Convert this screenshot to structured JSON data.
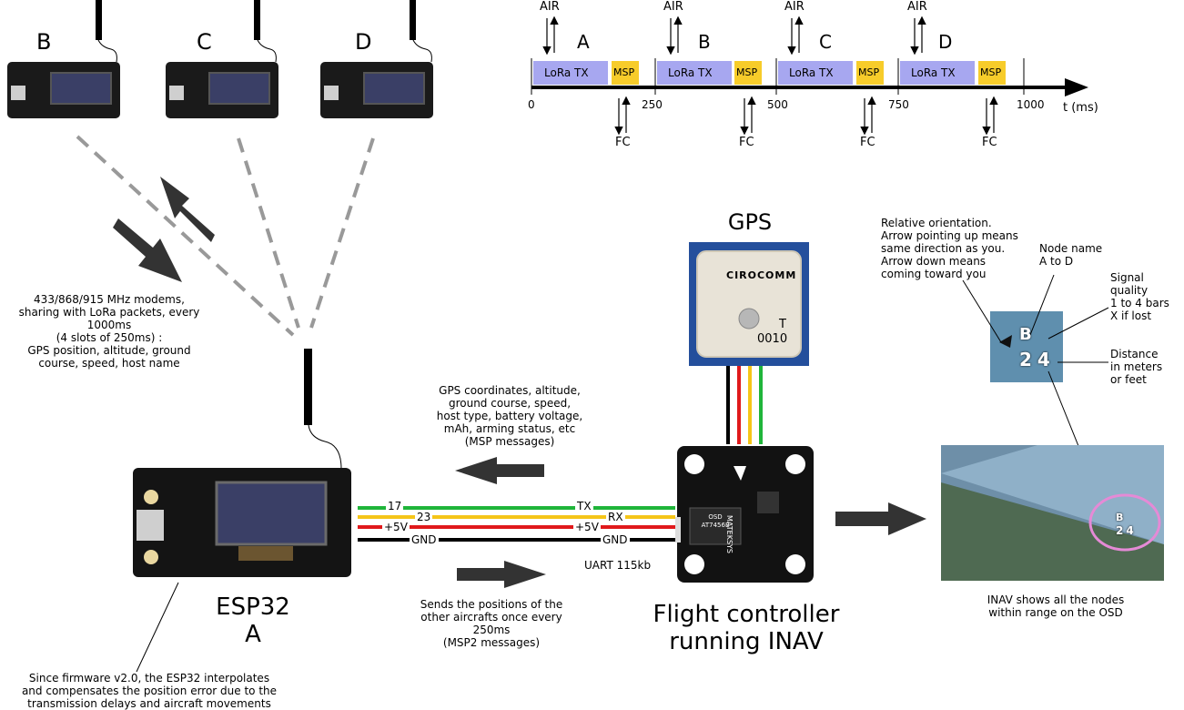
{
  "colors": {
    "lora_block": "#a7a7f0",
    "msp_block": "#f7cc2a",
    "wire_green": "#1fb53a",
    "wire_yellow": "#f5c518",
    "wire_red": "#e0191b",
    "wire_black": "#000000",
    "osd_circle": "#e58ad6"
  },
  "node_labels": [
    "B",
    "C",
    "D"
  ],
  "timeline": {
    "slots": [
      {
        "name": "A",
        "lora": "LoRa TX",
        "msp": "MSP"
      },
      {
        "name": "B",
        "lora": "LoRa TX",
        "msp": "MSP"
      },
      {
        "name": "C",
        "lora": "LoRa TX",
        "msp": "MSP"
      },
      {
        "name": "D",
        "lora": "LoRa TX",
        "msp": "MSP"
      }
    ],
    "ticks": [
      "0",
      "250",
      "500",
      "750",
      "1000"
    ],
    "axis_label": "t (ms)",
    "air": "AIR",
    "fc": "FC"
  },
  "modem_text": "433/868/915 MHz modems,\nsharing with LoRa packets, every 1000ms\n(4 slots of 250ms) :\nGPS position, altitude,  ground\ncourse, speed, host name",
  "esp32_label": "ESP32\nA",
  "firmware_note": "Since firmware v2.0, the ESP32 interpolates\nand compensates the position error due to the\ntransmission delays and aircraft movements",
  "msp_in_text": "GPS coordinates, altitude,\nground course, speed,\nhost type, battery voltage,\nmAh, arming status, etc\n(MSP messages)",
  "msp_out_text": "Sends the positions of the\nother aircrafts once every 250ms\n(MSP2 messages)",
  "wires": [
    {
      "left": "17",
      "right": "TX"
    },
    {
      "left": "23",
      "right": "RX"
    },
    {
      "left": "+5V",
      "right": "+5V"
    },
    {
      "left": "GND",
      "right": "GND"
    }
  ],
  "uart_label": "UART 115kb",
  "gps_title": "GPS",
  "gps_module": {
    "brand": "CIROCOMM",
    "code1": "T",
    "code2": "0010"
  },
  "fc_label": "Flight controller\nrunning INAV",
  "fc_board": {
    "brand": "MATEKSYS",
    "osd_chip": "OSD\nAT7456E"
  },
  "osd_callouts": {
    "orientation": "Relative orientation.\nArrow pointing up means\nsame direction as you.\nArrow down means\ncoming toward you",
    "node_name": "Node name\nA to D",
    "signal": "Signal quality\n1 to 4 bars\nX if lost",
    "distance": "Distance\nin meters\nor feet"
  },
  "osd_sample": {
    "node": "B",
    "distance": "24"
  },
  "inav_caption": "INAV shows all the nodes\nwithin range on the OSD"
}
